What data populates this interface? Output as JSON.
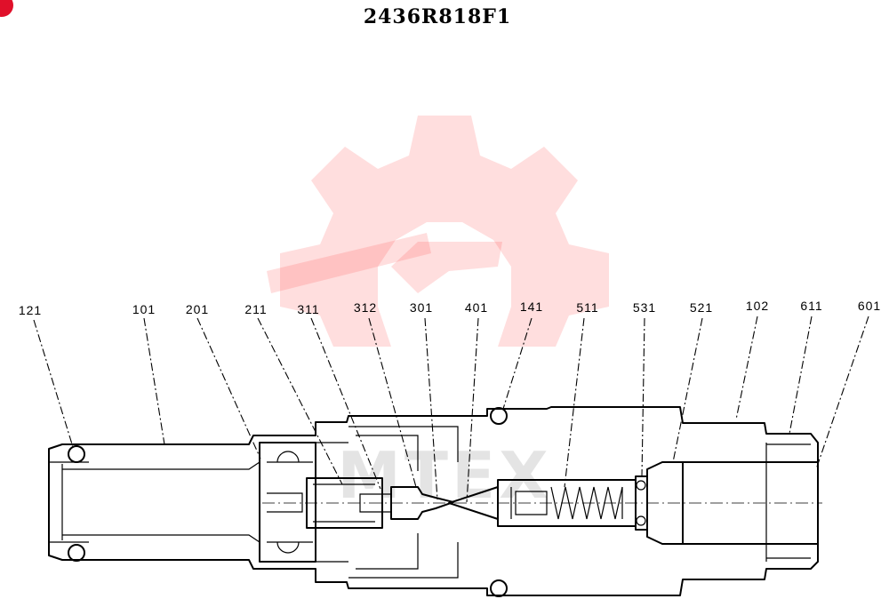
{
  "title": "2436R818F1",
  "watermark": {
    "text": "MTEX",
    "color": "#ff3030"
  },
  "logo_badge": {
    "color": "#e0102a"
  },
  "callouts": [
    {
      "label": "121"
    },
    {
      "label": "101"
    },
    {
      "label": "201"
    },
    {
      "label": "211"
    },
    {
      "label": "311"
    },
    {
      "label": "312"
    },
    {
      "label": "301"
    },
    {
      "label": "401"
    },
    {
      "label": "141"
    },
    {
      "label": "511"
    },
    {
      "label": "531"
    },
    {
      "label": "521"
    },
    {
      "label": "102"
    },
    {
      "label": "611"
    },
    {
      "label": "601"
    }
  ]
}
